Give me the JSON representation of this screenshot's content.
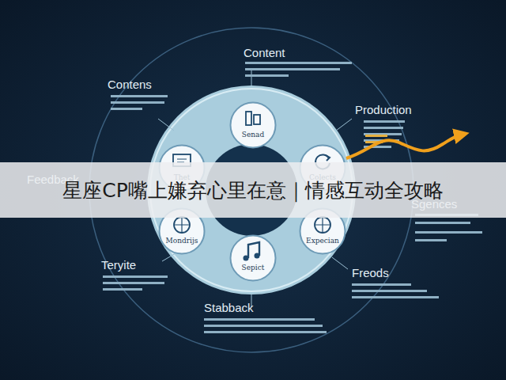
{
  "diagram": {
    "title": "星座CP嘴上嫌弃心里在意｜情感互动全攻略",
    "nodes": [
      {
        "text": [
          "Senad"
        ]
      },
      {
        "text": [
          "Colects"
        ]
      },
      {
        "text": [
          "Expecian"
        ]
      },
      {
        "text": [
          "Sepict"
        ]
      },
      {
        "text": [
          "Mondrijs"
        ]
      },
      {
        "text": [
          "Thet"
        ]
      }
    ],
    "labels": [
      "Content",
      "Contens",
      "Production",
      "Feedback",
      "Sgences",
      "Teryite",
      "Freods",
      "Stabback"
    ]
  }
}
